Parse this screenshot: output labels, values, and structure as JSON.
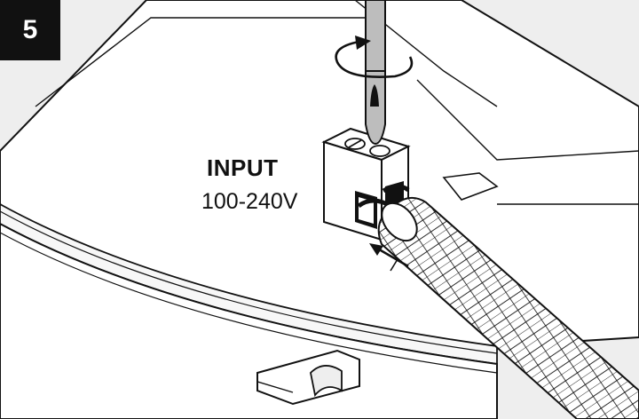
{
  "step": {
    "number": "5"
  },
  "terminal_label": {
    "title": "INPUT",
    "voltage": "100-240V"
  },
  "icons": {
    "screwdriver": "screwdriver-icon",
    "rotation": "rotate-clockwise-icon",
    "insert_direction": "arrow-insert-icon",
    "cable": "power-cable-icon",
    "terminal_block": "terminal-block-icon",
    "mounting_tab": "mounting-tab-icon"
  },
  "colors": {
    "background": "#eeeeee",
    "device": "#ffffff",
    "outline": "#111111",
    "badge": "#111111",
    "screwdriver_shaft": "#bdbdbd"
  }
}
